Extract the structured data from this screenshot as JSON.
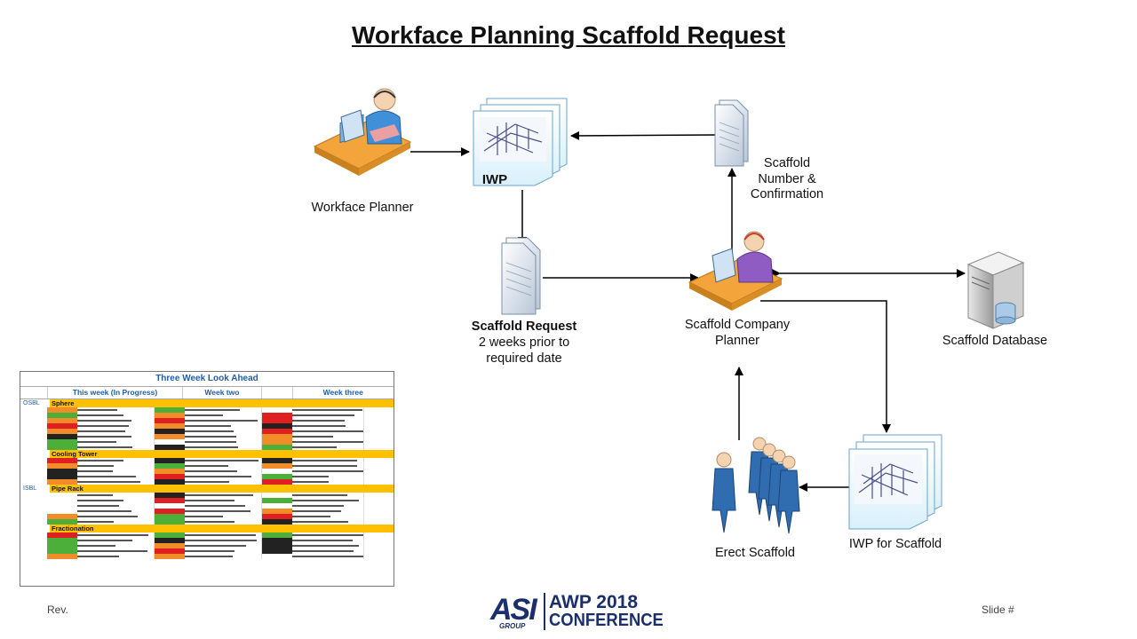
{
  "title": "Workface Planning Scaffold Request",
  "nodes": {
    "workface_planner": "Workface Planner",
    "iwp": "IWP",
    "scaffold_number": "Scaffold\nNumber &\nConfirmation",
    "scaffold_request_title": "Scaffold Request",
    "scaffold_request_sub": "2 weeks prior to\nrequired date",
    "scaffold_company_planner": "Scaffold Company\nPlanner",
    "scaffold_database": "Scaffold Database",
    "erect_scaffold": "Erect Scaffold",
    "iwp_for_scaffold": "IWP for Scaffold"
  },
  "lookahead": {
    "title": "Three Week Look Ahead",
    "columns": [
      "This week (In Progress)",
      "Week two",
      "Week three"
    ],
    "areas": [
      {
        "tag": "OSBL",
        "name": "Sphere",
        "rows": 8
      },
      {
        "tag": "",
        "name": "Cooling Tower",
        "rows": 5
      },
      {
        "tag": "ISBL",
        "name": "Pipe Rack",
        "rows": 6
      },
      {
        "tag": "",
        "name": "Fractionation",
        "rows": 5
      }
    ],
    "colors": {
      "red": "#e02020",
      "green": "#4caf3a",
      "orange": "#f28c28",
      "black": "#222222",
      "header_blue": "#1f5fa8",
      "area_bar": "#ffc000"
    }
  },
  "footer": {
    "rev": "Rev.",
    "slide": "Slide #",
    "logo_asi": "ASI",
    "logo_group": "GROUP",
    "logo_awp": "AWP 2018",
    "logo_conference": "CONFERENCE"
  }
}
